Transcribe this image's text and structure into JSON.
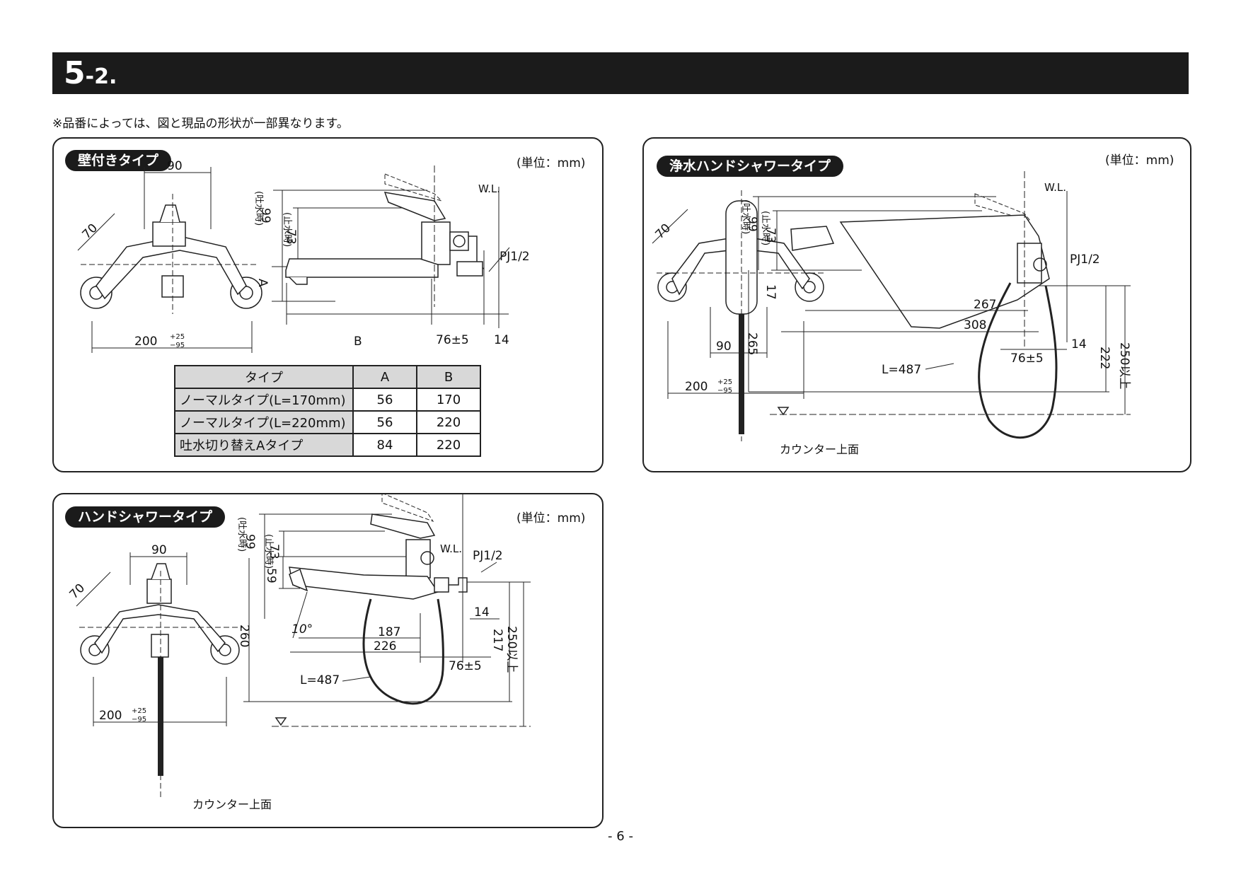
{
  "header": {
    "section_big": "5",
    "section_small": "-2."
  },
  "note": "※品番によっては、図と現品の形状が一部異なります。",
  "page_number": "- 6 -",
  "panels": {
    "wall": {
      "title": "壁付きタイプ",
      "unit": "(単位：mm)",
      "dims": {
        "d90": "90",
        "d70": "70",
        "d200": "200",
        "tol_plus": "+25",
        "tol_minus": "−95",
        "d99": "99",
        "d99_note": "(吐水時)",
        "d73": "73",
        "d73_note": "(止水時)",
        "dA": "A",
        "dB": "B",
        "d76": "76±5",
        "d14": "14",
        "wl": "W.L.",
        "pj": "PJ1/2"
      },
      "table": {
        "headers": [
          "タイプ",
          "A",
          "B"
        ],
        "rows": [
          [
            "ノーマルタイプ(L=170mm)",
            "56",
            "170"
          ],
          [
            "ノーマルタイプ(L=220mm)",
            "56",
            "220"
          ],
          [
            "吐水切り替えAタイプ",
            "84",
            "220"
          ]
        ]
      }
    },
    "purified": {
      "title": "浄水ハンドシャワータイプ",
      "unit": "(単位：mm)",
      "dims": {
        "d70": "70",
        "d90": "90",
        "d200": "200",
        "tol_plus": "+25",
        "tol_minus": "−95",
        "d99": "99",
        "d99_note": "(吐水時)",
        "d73": "73",
        "d73_note": "(止水時)",
        "d17": "17",
        "d265": "265",
        "d267": "267",
        "d308": "308",
        "d76": "76±5",
        "d14": "14",
        "d222": "222",
        "d250": "250以上",
        "hose": "L=487",
        "wl": "W.L.",
        "pj": "PJ1/2",
        "counter": "カウンター上面"
      }
    },
    "shower": {
      "title": "ハンドシャワータイプ",
      "unit": "(単位：mm)",
      "dims": {
        "d90": "90",
        "d70": "70",
        "d200": "200",
        "tol_plus": "+25",
        "tol_minus": "−95",
        "d99": "99",
        "d99_note": "(吐水時)",
        "d73": "73",
        "d73_note": "(止水時)",
        "d59": "59",
        "d260": "260",
        "angle": "10°",
        "d187": "187",
        "d226": "226",
        "d76": "76±5",
        "d14": "14",
        "d217": "217",
        "d250": "250以上",
        "hose": "L=487",
        "wl": "W.L.",
        "pj": "PJ1/2",
        "counter": "カウンター上面"
      }
    }
  },
  "colors": {
    "header_bg": "#1b1b1b",
    "table_header_bg": "#d8d8d8"
  }
}
